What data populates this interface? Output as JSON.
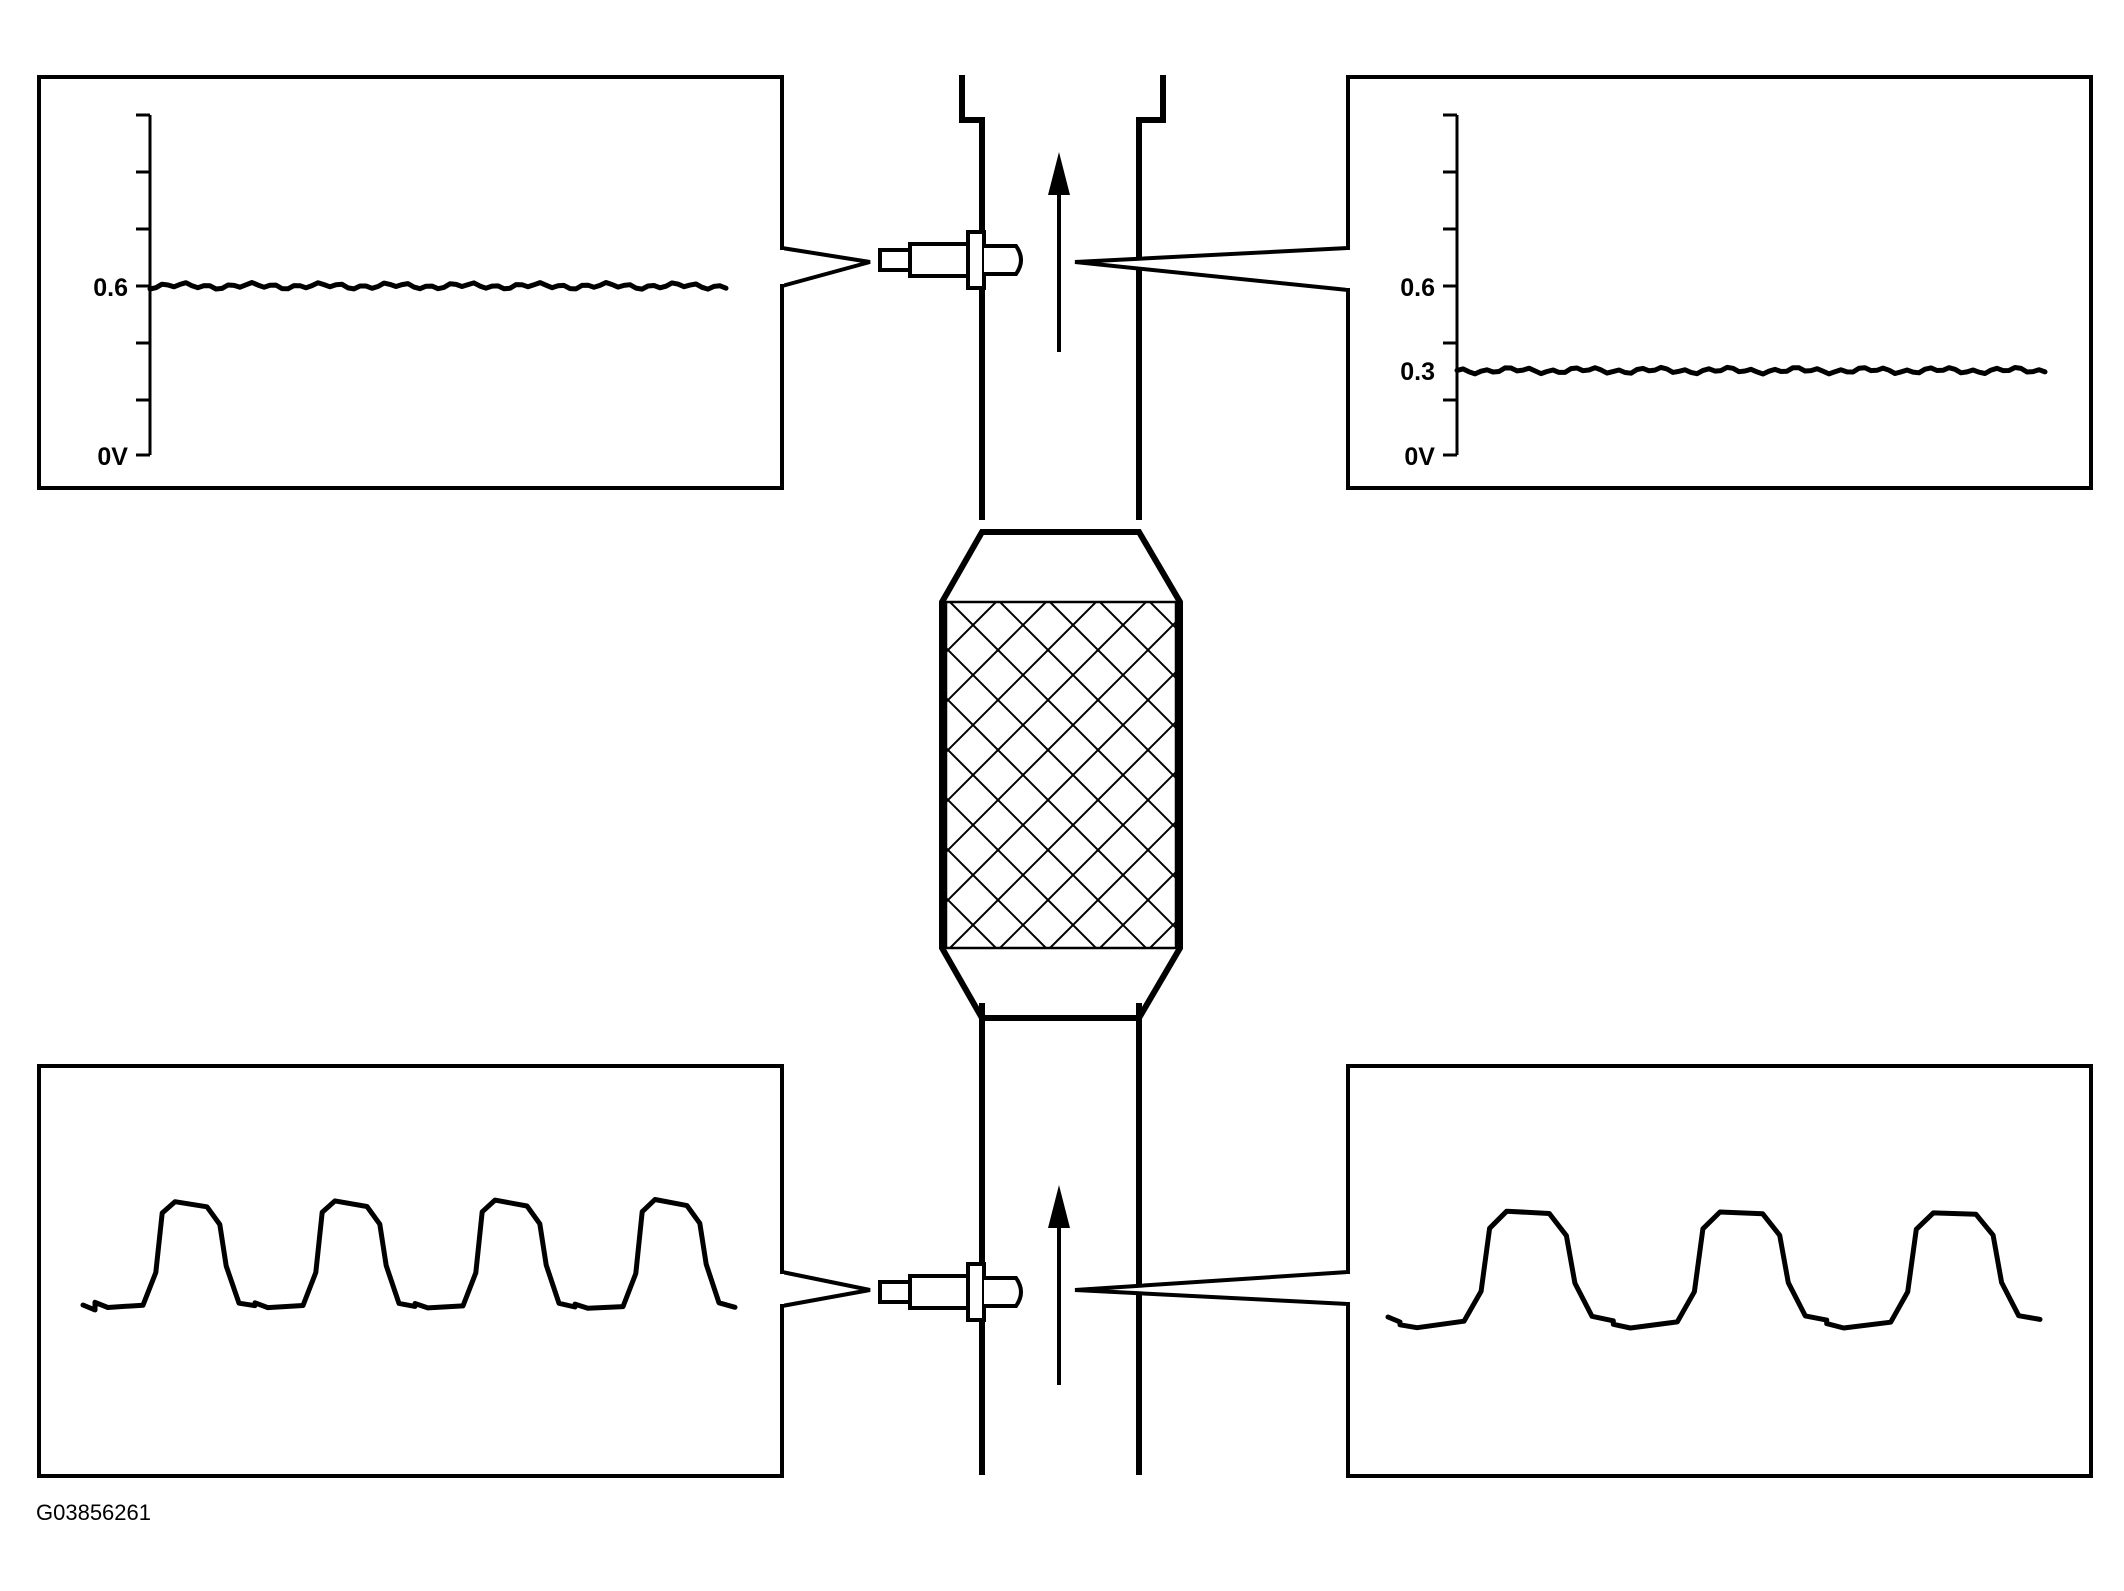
{
  "figure_id": "G03856261",
  "panels": {
    "upstream_sensor_top": {
      "tick_labels": [
        "0.6",
        "0V"
      ],
      "signal": "steady",
      "level_volts": 0.6
    },
    "downstream_sensor_top": {
      "tick_labels": [
        "0.6",
        "0.3",
        "0V"
      ],
      "signal": "steady",
      "level_volts": 0.3
    },
    "sensor_bottom_left": {
      "signal": "switching",
      "cycles": 4
    },
    "sensor_bottom_right": {
      "signal": "switching",
      "cycles": 3
    }
  },
  "colors": {
    "line": "#000000",
    "background": "#ffffff"
  },
  "icons": [
    "oxygen-sensor-icon",
    "flow-arrow-icon",
    "catalytic-converter-icon"
  ]
}
